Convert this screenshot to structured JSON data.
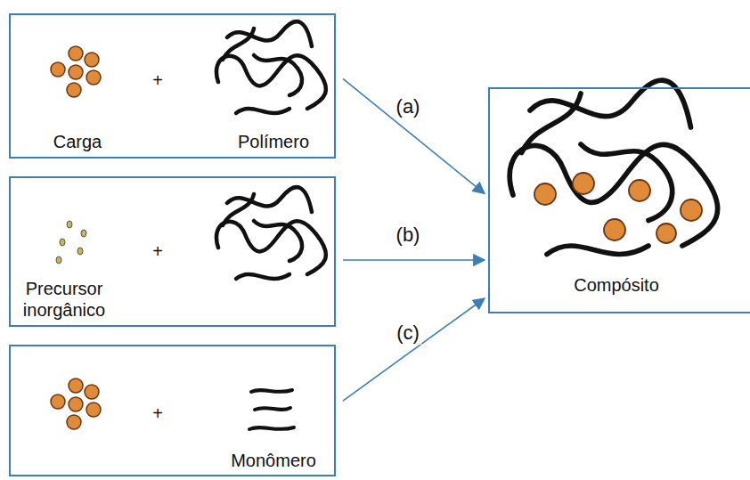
{
  "diagram": {
    "nodes": [
      {
        "text": [
          "Carga",
          "+",
          "Polímero"
        ]
      },
      {
        "text": [
          "Precursor inorgânico",
          "+"
        ]
      },
      {
        "text": [
          "+",
          "Monômero"
        ]
      },
      {
        "text": [
          "Compósito"
        ]
      }
    ],
    "edges": [
      {
        "from": 0,
        "to": 3,
        "arrow": "to",
        "label": "(a)"
      },
      {
        "from": 1,
        "to": 3,
        "arrow": "to",
        "label": "(b)"
      },
      {
        "from": 2,
        "to": 3,
        "arrow": "to",
        "label": "(c)"
      }
    ]
  }
}
